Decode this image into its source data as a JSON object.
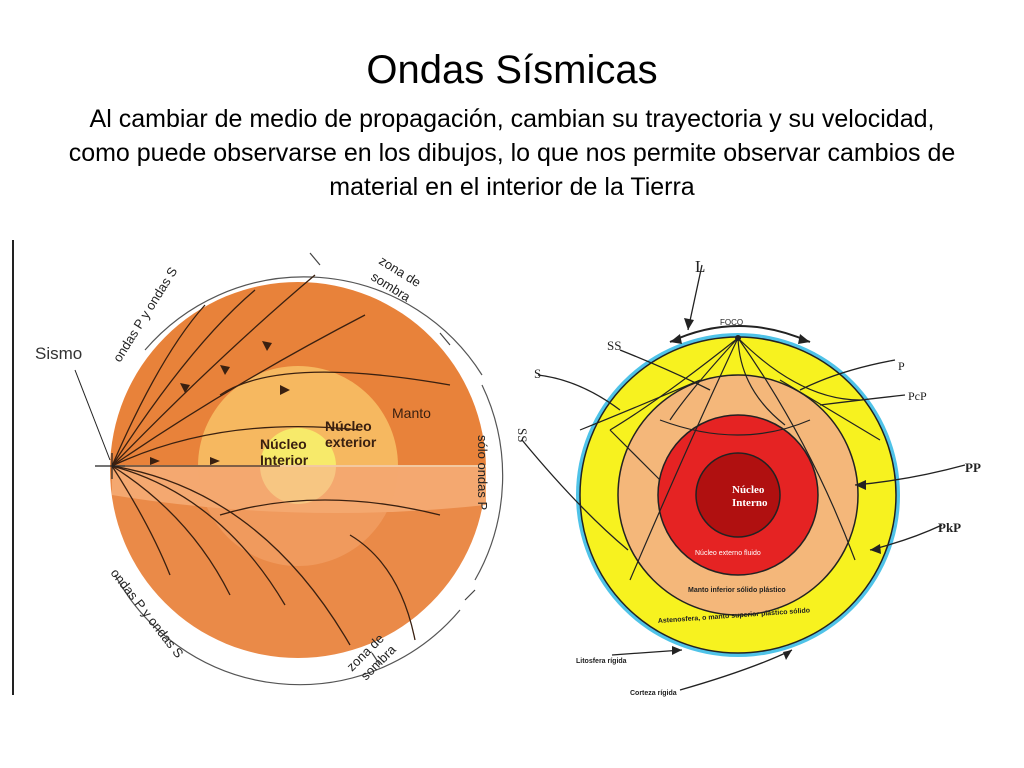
{
  "header": {
    "title": "Ondas Sísmicas",
    "subtitle": "Al cambiar de medio de propagación, cambian su trayectoria y su velocidad, como puede observarse en los dibujos, lo que nos permite observar cambios de material en el interior de la Tierra"
  },
  "left_diagram": {
    "sismo": "Sismo",
    "ondas_ps_top": "ondas P y ondas S",
    "ondas_ps_bottom": "ondas P y ondas S",
    "zona_sombra_top_1": "zona de",
    "zona_sombra_top_2": "sombra",
    "zona_sombra_bottom_1": "zona de",
    "zona_sombra_bottom_2": "sombra",
    "solo_ondas_p": "sólo ondas P",
    "manto": "Manto",
    "nucleo_exterior_1": "Núcleo",
    "nucleo_exterior_2": "exterior",
    "nucleo_interior_1": "Núcleo",
    "nucleo_interior_2": "Interior",
    "colors": {
      "mantle": "#e8823a",
      "outer_core": "#f6b860",
      "inner_core": "#f7ea6a",
      "lower_half": "#ef9a5a"
    }
  },
  "right_diagram": {
    "foco": "FOCO",
    "L": "L",
    "SS_top": "SS",
    "S_left": "S",
    "SS_left": "SS",
    "P": "P",
    "PcP": "PcP",
    "PP": "PP",
    "PkP": "PkP",
    "nucleo_interno_1": "Núcleo",
    "nucleo_interno_2": "Interno",
    "nucleo_externo": "Núcleo externo fluido",
    "manto_inferior": "Manto inferior sólido plástico",
    "astenosfera": "Astenosfera, o manto superior plástico sólido",
    "litosfera": "Litosfera rígida",
    "corteza": "Corteza rígida",
    "colors": {
      "crust": "#4fc3e8",
      "upper_mantle": "#f7f21f",
      "lower_mantle": "#f4b77a",
      "outer_core": "#e52323",
      "inner_core": "#b01010"
    }
  }
}
